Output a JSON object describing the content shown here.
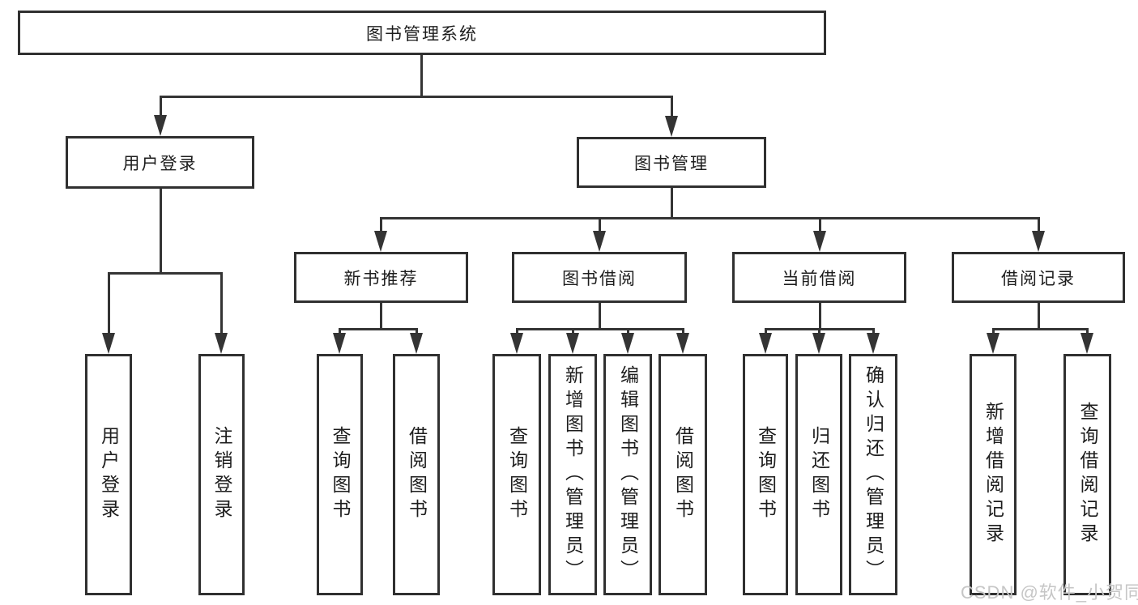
{
  "diagram": {
    "root": {
      "label": "图书管理系统"
    },
    "branches": [
      {
        "label": "用户登录",
        "children": [
          "用户登录",
          "注销登录"
        ]
      },
      {
        "label": "图书管理",
        "children": [
          {
            "label": "新书推荐",
            "children": [
              "查询图书",
              "借阅图书"
            ]
          },
          {
            "label": "图书借阅",
            "children": [
              "查询图书",
              "新增图书（管理员）",
              "编辑图书（管理员）",
              "借阅图书"
            ]
          },
          {
            "label": "当前借阅",
            "children": [
              "查询图书",
              "归还图书",
              "确认归还（管理员）"
            ]
          },
          {
            "label": "借阅记录",
            "children": [
              "新增借阅记录",
              "查询借阅记录"
            ]
          }
        ]
      }
    ],
    "line_color": "#343434",
    "text_color": "#1d1d1d"
  },
  "watermark": {
    "text": "CSDN @软件_小贺同学",
    "color": "#c6c6c6"
  }
}
